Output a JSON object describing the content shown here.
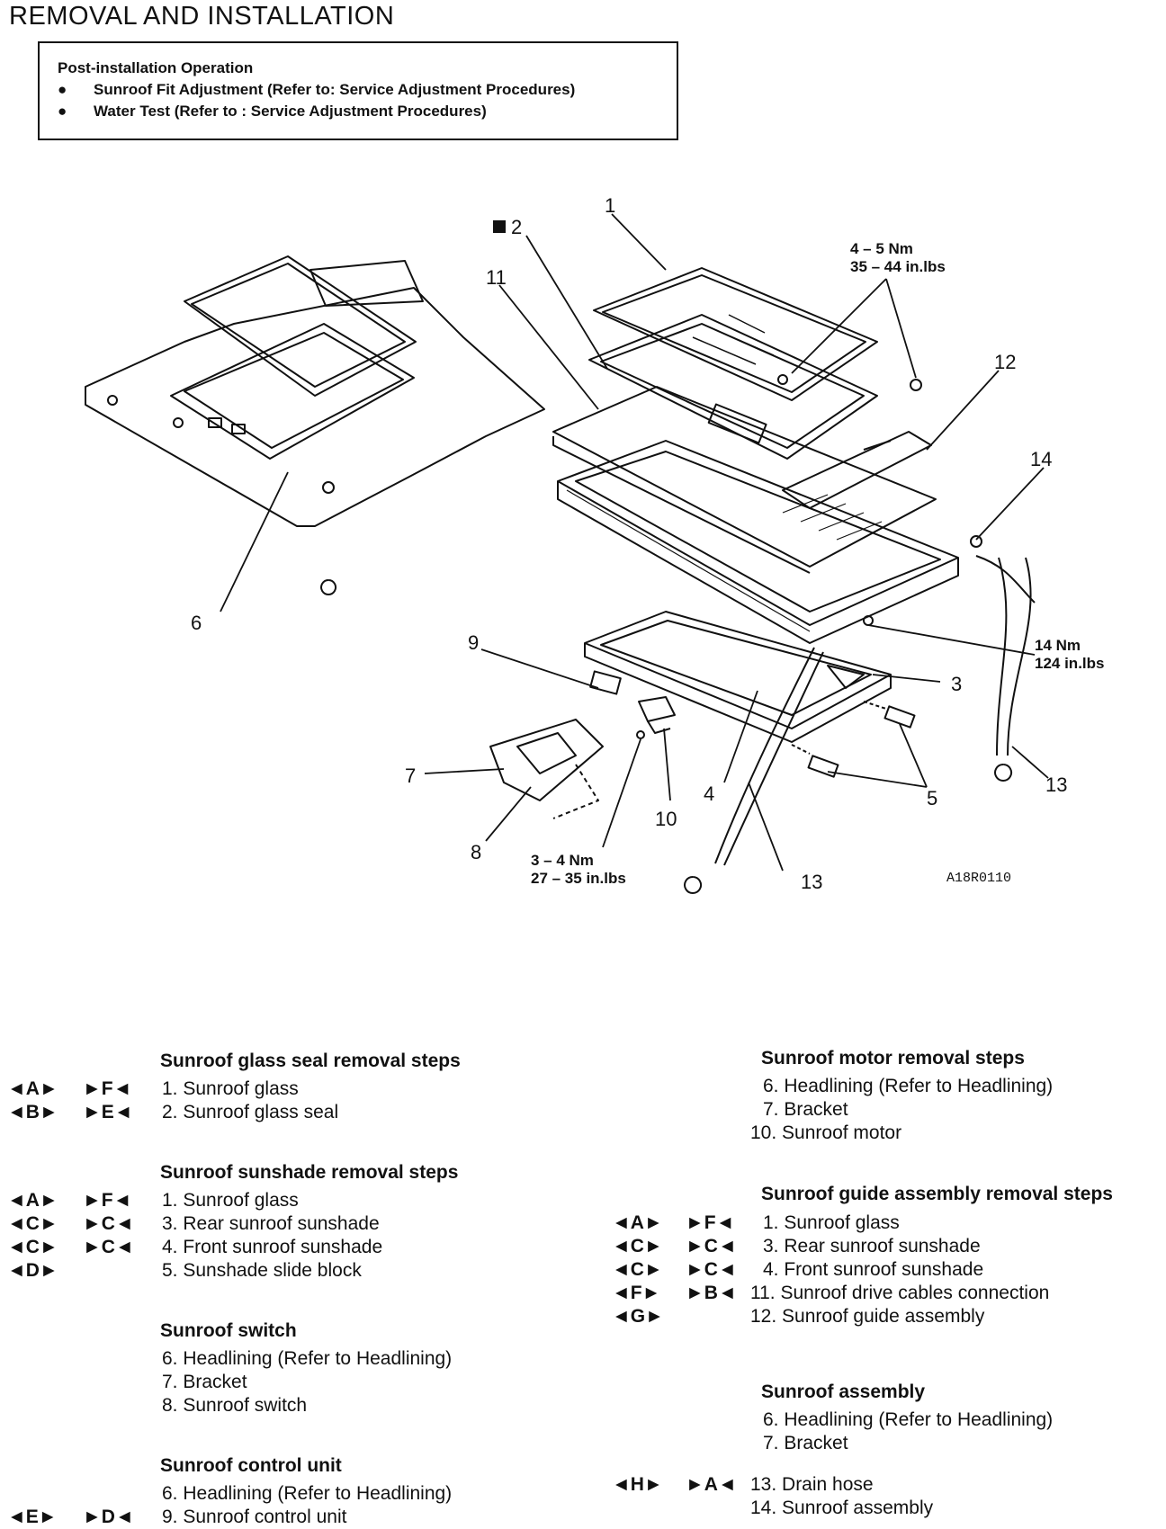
{
  "title": "REMOVAL AND INSTALLATION",
  "note_box": {
    "heading": "Post-installation Operation",
    "items": [
      "Sunroof Fit Adjustment (Refer to: Service Adjustment Procedures)",
      "Water Test (Refer to : Service Adjustment Procedures)"
    ]
  },
  "diagram": {
    "callouts": [
      "1",
      "2",
      "3",
      "4",
      "5",
      "6",
      "7",
      "8",
      "9",
      "10",
      "11",
      "12",
      "13",
      "13",
      "14"
    ],
    "torque": [
      {
        "nm": "4 – 5 Nm",
        "inlbs": "35 – 44 in.lbs"
      },
      {
        "nm": "14 Nm",
        "inlbs": "124 in.lbs"
      },
      {
        "nm": "3 – 4 Nm",
        "inlbs": "27 – 35 in.lbs"
      }
    ],
    "figure_code": "A18R0110"
  },
  "sections": [
    {
      "heading": "Sunroof glass seal removal steps",
      "rows": [
        {
          "rem": "◄A►",
          "ins": "►F◄",
          "text": "1. Sunroof glass"
        },
        {
          "rem": "◄B►",
          "ins": "►E◄",
          "text": "2. Sunroof glass seal"
        }
      ]
    },
    {
      "heading": "Sunroof sunshade removal steps",
      "rows": [
        {
          "rem": "◄A►",
          "ins": "►F◄",
          "text": "1. Sunroof glass"
        },
        {
          "rem": "◄C►",
          "ins": "►C◄",
          "text": "3. Rear sunroof sunshade"
        },
        {
          "rem": "◄C►",
          "ins": "►C◄",
          "text": "4. Front sunroof sunshade"
        },
        {
          "rem": "◄D►",
          "ins": "",
          "text": "5. Sunshade slide block"
        }
      ]
    },
    {
      "heading": "Sunroof switch",
      "rows": [
        {
          "rem": "",
          "ins": "",
          "text": "6. Headlining (Refer to Headlining)"
        },
        {
          "rem": "",
          "ins": "",
          "text": "7. Bracket"
        },
        {
          "rem": "",
          "ins": "",
          "text": "8. Sunroof switch"
        }
      ]
    },
    {
      "heading": "Sunroof control unit",
      "rows": [
        {
          "rem": "",
          "ins": "",
          "text": "6. Headlining (Refer to Headlining)"
        },
        {
          "rem": "◄E►",
          "ins": "►D◄",
          "text": "9. Sunroof control unit"
        }
      ]
    },
    {
      "heading": "Sunroof motor removal steps",
      "rows": [
        {
          "rem": "",
          "ins": "",
          "text": "6. Headlining (Refer to Headlining)"
        },
        {
          "rem": "",
          "ins": "",
          "text": "7. Bracket"
        },
        {
          "rem": "",
          "ins": "",
          "text": "10. Sunroof motor"
        }
      ]
    },
    {
      "heading": "Sunroof guide assembly removal steps",
      "rows": [
        {
          "rem": "◄A►",
          "ins": "►F◄",
          "text": "1. Sunroof glass"
        },
        {
          "rem": "◄C►",
          "ins": "►C◄",
          "text": "3. Rear sunroof sunshade"
        },
        {
          "rem": "◄C►",
          "ins": "►C◄",
          "text": "4. Front sunroof sunshade"
        },
        {
          "rem": "◄F►",
          "ins": "►B◄",
          "text": "11. Sunroof drive cables connection"
        },
        {
          "rem": "◄G►",
          "ins": "",
          "text": "12. Sunroof guide assembly"
        }
      ]
    },
    {
      "heading": "Sunroof assembly",
      "rows": [
        {
          "rem": "",
          "ins": "",
          "text": "6. Headlining (Refer to Headlining)"
        },
        {
          "rem": "",
          "ins": "",
          "text": "7. Bracket"
        },
        {
          "rem": "◄H►",
          "ins": "►A◄",
          "text": "13. Drain hose"
        },
        {
          "rem": "",
          "ins": "",
          "text": "14. Sunroof assembly"
        }
      ]
    }
  ]
}
